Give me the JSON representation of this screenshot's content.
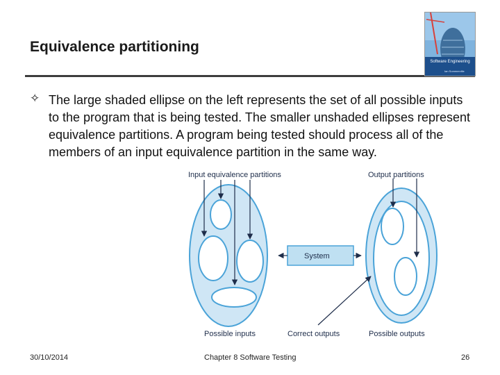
{
  "slide": {
    "title": "Equivalence partitioning",
    "bullet_symbol": "✧",
    "bullet_text": "The large shaded ellipse on the left represents the set of all possible inputs to the program that is being tested. The smaller unshaded ellipses represent equivalence partitions. A program being tested should process all of the members of an input equivalence partition in the same way."
  },
  "book_cover": {
    "title": "Software Engineering",
    "author": "Ian Sommerville"
  },
  "diagram": {
    "input_partitions_label": "Input equivalence partitions",
    "output_partitions_label": "Output partitions",
    "system_label": "System",
    "possible_inputs_label": "Possible inputs",
    "correct_outputs_label": "Correct outputs",
    "possible_outputs_label": "Possible outputs",
    "colors": {
      "shaded_fill": "#cfe6f5",
      "outline": "#4aa3d8",
      "system_box": "#bfe0f2",
      "arrow": "#1e2d4a"
    }
  },
  "footer": {
    "date": "30/10/2014",
    "chapter": "Chapter 8 Software Testing",
    "page": "26"
  }
}
